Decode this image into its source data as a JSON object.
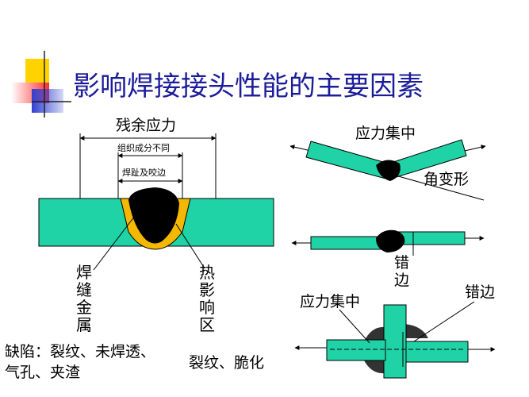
{
  "title": "影响焊接接头性能的主要因素",
  "colors": {
    "plate": "#1fd3a6",
    "weld": "#000000",
    "haz": "#f5b800",
    "title": "#1c1c9a"
  },
  "left_panel": {
    "residual_stress": "残余应力",
    "composition": "组织成分不同",
    "toe_undercut": "焊趾及咬边",
    "weld_metal": [
      "焊",
      "缝",
      "金",
      "属"
    ],
    "haz": [
      "热",
      "影",
      "响",
      "区"
    ],
    "defects_line1": "缺陷：裂纹、未焊透、",
    "defects_line2": "气孔、夹渣",
    "haz_defects": "裂纹、脆化"
  },
  "right_panel": {
    "stress_concentration_top": "应力集中",
    "angular_distortion": "角变形",
    "misalignment_vertical": [
      "错",
      "边"
    ],
    "stress_concentration_bottom": "应力集中",
    "misalignment": "错边"
  }
}
